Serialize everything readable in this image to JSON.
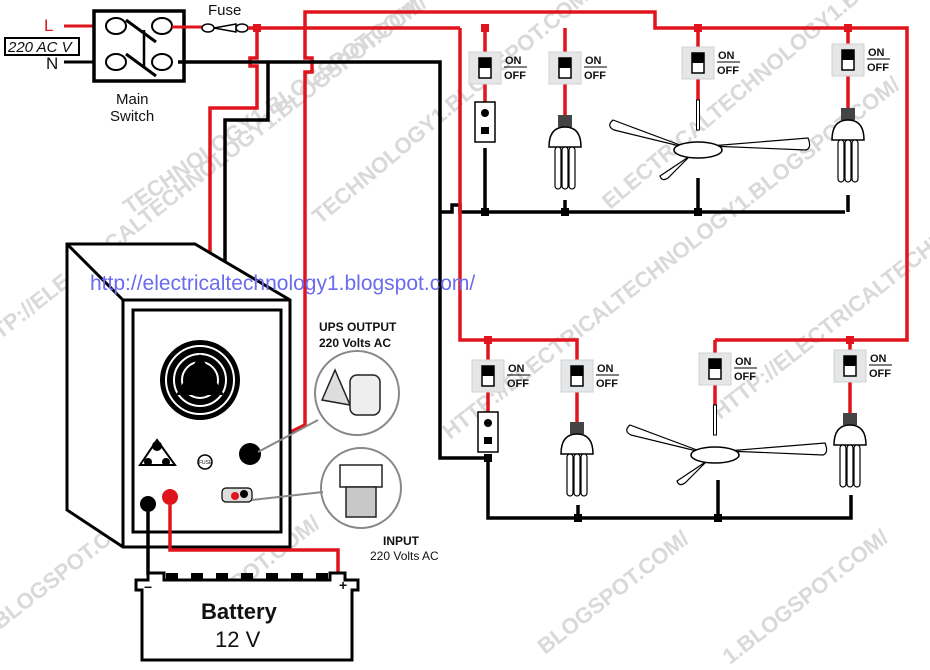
{
  "supply": {
    "live_label": "L",
    "neutral_label": "N",
    "voltage_label": "220 AC V",
    "fuse_label": "Fuse",
    "main_switch_label_line1": "Main",
    "main_switch_label_line2": "Switch"
  },
  "ups": {
    "output_label_line1": "UPS OUTPUT",
    "output_label_line2": "220 Volts AC",
    "input_label_line1": "INPUT",
    "input_label_line2": "220 Volts AC",
    "fuse_knob_label": "FUSE"
  },
  "battery": {
    "label": "Battery",
    "voltage": "12 V",
    "negative_symbol": "−",
    "positive_symbol": "+"
  },
  "website_url": "http://electricaltechnology1.blogspot.com/",
  "switch_labels": {
    "on": "ON",
    "off": "OFF"
  },
  "top_circuit": {
    "loads": [
      {
        "type": "socket",
        "name": "Socket"
      },
      {
        "type": "cfl",
        "name": "CFL Lamp"
      },
      {
        "type": "fan",
        "name": "Ceiling Fan"
      },
      {
        "type": "cfl",
        "name": "CFL Lamp"
      }
    ]
  },
  "bottom_circuit": {
    "loads": [
      {
        "type": "socket",
        "name": "Socket"
      },
      {
        "type": "cfl",
        "name": "CFL Lamp"
      },
      {
        "type": "fan",
        "name": "Ceiling Fan"
      },
      {
        "type": "cfl",
        "name": "CFL Lamp"
      }
    ]
  },
  "watermarks": [
    "TECHNOLOGY1.BLOGSPOT.COM/",
    "TECHNOLOGY1.BLOGSPOT.COM/",
    "ELECTRICALTECHNOLOGY1.BLOGSPOT.COM/",
    "HTTP://ELECTRICALTECHNOLOGY1.BLOGSPOT.COM/",
    "TP://ELECTRICALTECHNOLOGY1.BLOGSPOT.COM/",
    "HTTP://ELECTRICALTECHNOLOGY1.BLOGSPOT.COM/",
    "BLOGSPOT.COM/",
    "BLOGSPOT.COM/",
    "1.BLOGSPOT.COM/",
    "Y1.BLOGSPOT.COM/"
  ],
  "colors": {
    "live_wire": "#e0141c",
    "neutral_wire": "#000000",
    "url_text": "#6b6bf0",
    "watermark": "#d9d9d9",
    "switch_plate": "#e4e6e8"
  }
}
